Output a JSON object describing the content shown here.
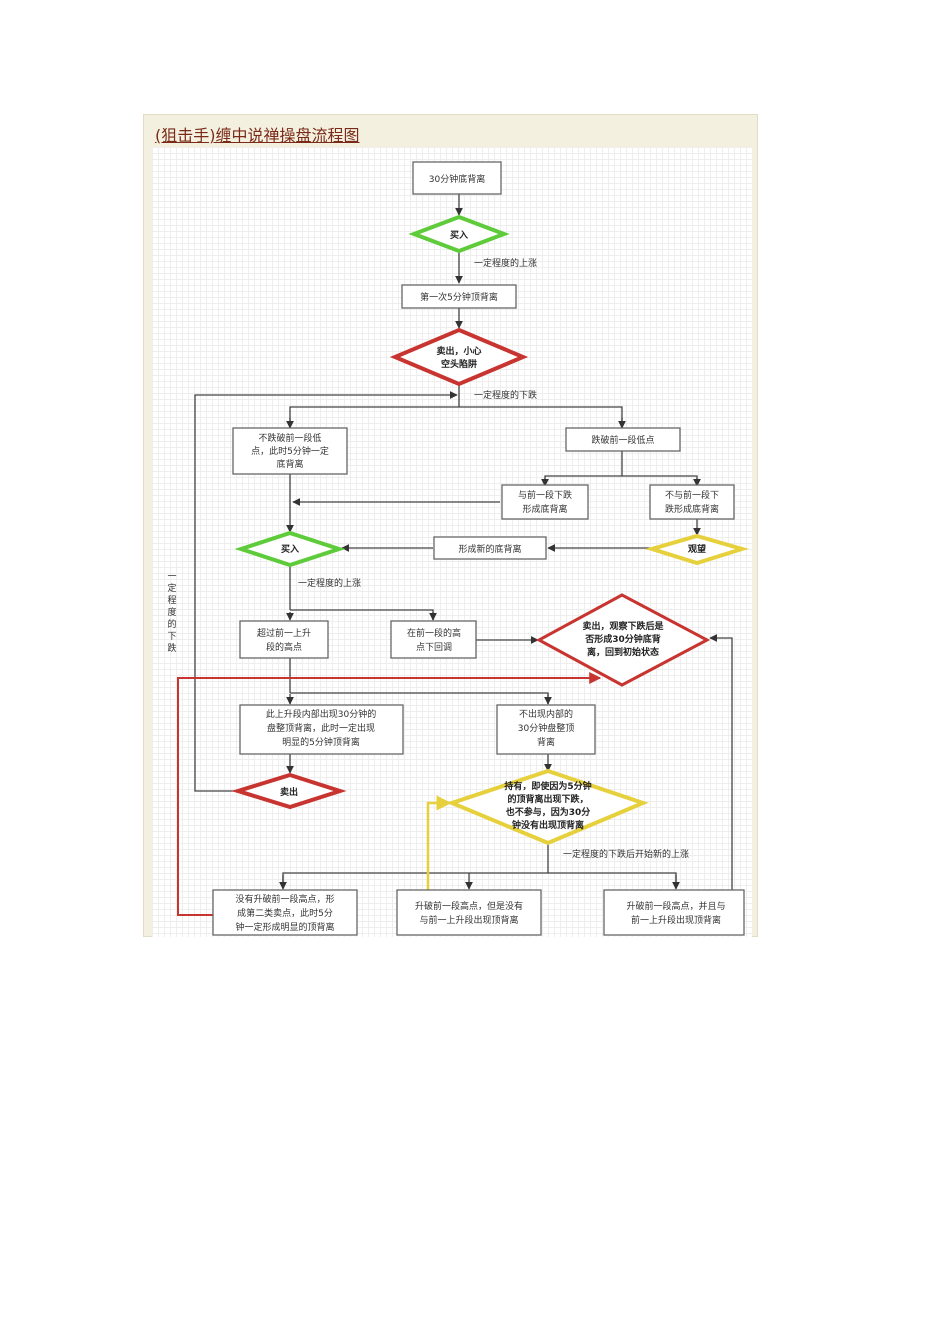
{
  "title": {
    "part1": "(狙击手)",
    "part2": "缠中说禅操盘流程图"
  },
  "colors": {
    "buy": "#5ecb3a",
    "sell": "#c8342f",
    "watch": "#e6d03c",
    "box_border": "#666666",
    "line": "#444444"
  },
  "nodes": {
    "start": "30分钟底背离",
    "buy1": "买入",
    "first5min": "第一次5分钟顶背离",
    "sell_caution": [
      "卖出，小心",
      "空头陷阱"
    ],
    "no_break_low": [
      "不跌破前一段低",
      "点，此时5分钟一定",
      "底背离"
    ],
    "break_low": "跌破前一段低点",
    "form_bottom_div": [
      "与前一段下跌",
      "形成底背离"
    ],
    "no_form_bottom_div": [
      "不与前一段下",
      "跌形成底背离"
    ],
    "buy2": "买入",
    "new_bottom_div": "形成新的底背离",
    "watch": "观望",
    "exceed_high": [
      "超过前一上升",
      "段的高点"
    ],
    "pullback_below_high": [
      "在前一段的高",
      "点下回调"
    ],
    "sell_observe": [
      "卖出，观察下跌后是",
      "否形成30分钟底背",
      "离，回到初始状态"
    ],
    "internal_30min_div": [
      "此上升段内部出现30分钟的",
      "盘整顶背离，此时一定出现",
      "明显的5分钟顶背离"
    ],
    "no_internal_30min_div": [
      "不出现内部的",
      "30分钟盘整顶",
      "背离"
    ],
    "sell2": "卖出",
    "hold": [
      "持有，即使因为5分钟",
      "的顶背离出现下跌，",
      "也不参与，因为30分",
      "钟没有出现顶背离"
    ],
    "no_break_high": [
      "没有升破前一段高点，形",
      "成第二类卖点，此时5分",
      "钟一定形成明显的顶背离"
    ],
    "break_high_no_div": [
      "升破前一段高点，但是没有",
      "与前一上升段出现顶背离"
    ],
    "break_high_with_div": [
      "升破前一段高点，并且与",
      "前一上升段出现顶背离"
    ]
  },
  "edge_labels": {
    "rise1": "一定程度的上涨",
    "fall1": "一定程度的下跌",
    "rise2": "一定程度的上涨",
    "fall_left": [
      "一",
      "定",
      "程",
      "度",
      "的",
      "下",
      "跌"
    ],
    "fall_then_rise": "一定程度的下跌后开始新的上涨"
  }
}
